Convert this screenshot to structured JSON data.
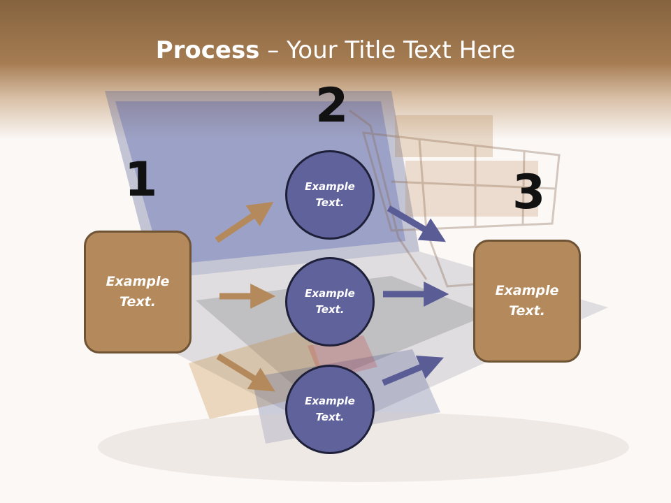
{
  "title": {
    "bold": "Process",
    "rest": " – Your Title Text Here"
  },
  "steps": {
    "one": "1",
    "two": "2",
    "three": "3"
  },
  "left_box": {
    "text": "Example\nText."
  },
  "right_box": {
    "text": "Example\nText."
  },
  "circles": [
    {
      "text": "Example\nText."
    },
    {
      "text": "Example\nText."
    },
    {
      "text": "Example\nText."
    }
  ],
  "colors": {
    "brown": "#b48a5c",
    "purple": "#60629b",
    "arrow_brown": "#b48a5c",
    "arrow_purple": "#5a5c96"
  }
}
